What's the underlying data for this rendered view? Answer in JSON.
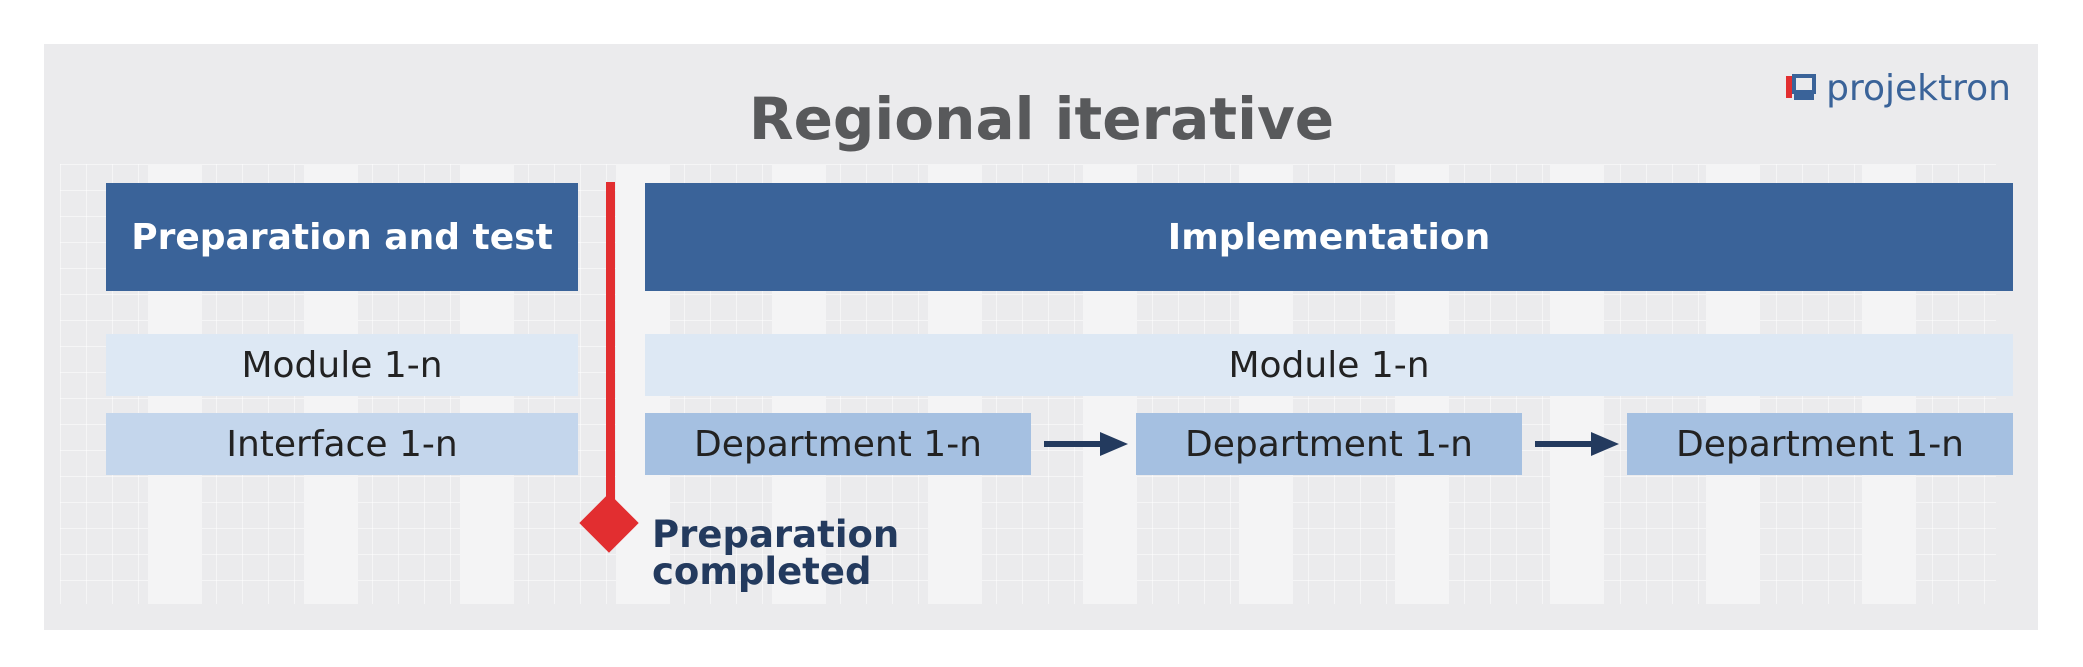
{
  "title": "Regional iterative",
  "logo": {
    "text": "projektron",
    "icon": "projektron-logo-icon"
  },
  "phases": {
    "preparation": "Preparation and test",
    "implementation": "Implementation"
  },
  "rows": {
    "prep_module": "Module 1-n",
    "prep_interface": "Interface 1-n",
    "impl_module": "Module 1-n",
    "departments": [
      "Department  1-n",
      "Department  1-n",
      "Department  1-n"
    ]
  },
  "milestone": {
    "line1": "Preparation",
    "line2": "completed"
  },
  "colors": {
    "header": "#3a6399",
    "milestone": "#e22e30",
    "department": "#a5c0e1",
    "module": "#dde8f4",
    "interface": "#c4d6ec",
    "arrow": "#233a5e"
  }
}
